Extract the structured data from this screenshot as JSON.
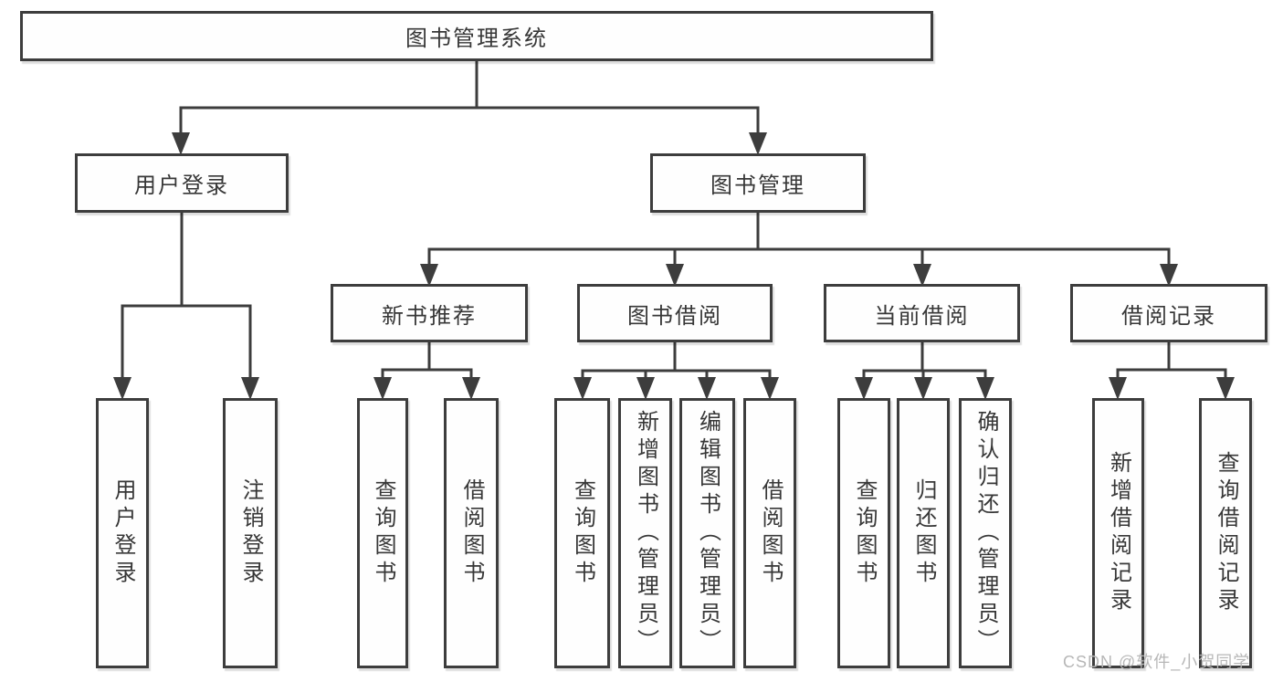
{
  "nodes": {
    "root": "图书管理系统",
    "level2": {
      "user_login": "用户登录",
      "book_mgmt": "图书管理"
    },
    "level3": {
      "new_books": "新书推荐",
      "book_borrow": "图书借阅",
      "current_borrow": "当前借阅",
      "borrow_records": "借阅记录"
    },
    "leaves": {
      "user_login": [
        "用户登录",
        "注销登录"
      ],
      "new_books": [
        "查询图书",
        "借阅图书"
      ],
      "book_borrow": [
        "查询图书",
        "新增图书（管理员）",
        "编辑图书（管理员）",
        "借阅图书"
      ],
      "current_borrow": [
        "查询图书",
        "归还图书",
        "确认归还（管理员）"
      ],
      "borrow_records": [
        "新增借阅记录",
        "查询借阅记录"
      ]
    }
  },
  "watermark": "CSDN @软件_小贺同学",
  "colors": {
    "line": "#3d3d3d",
    "box_border": "#3d3d3d",
    "text": "#373737",
    "background": "#ffffff",
    "watermark": "#b7b7b7"
  }
}
